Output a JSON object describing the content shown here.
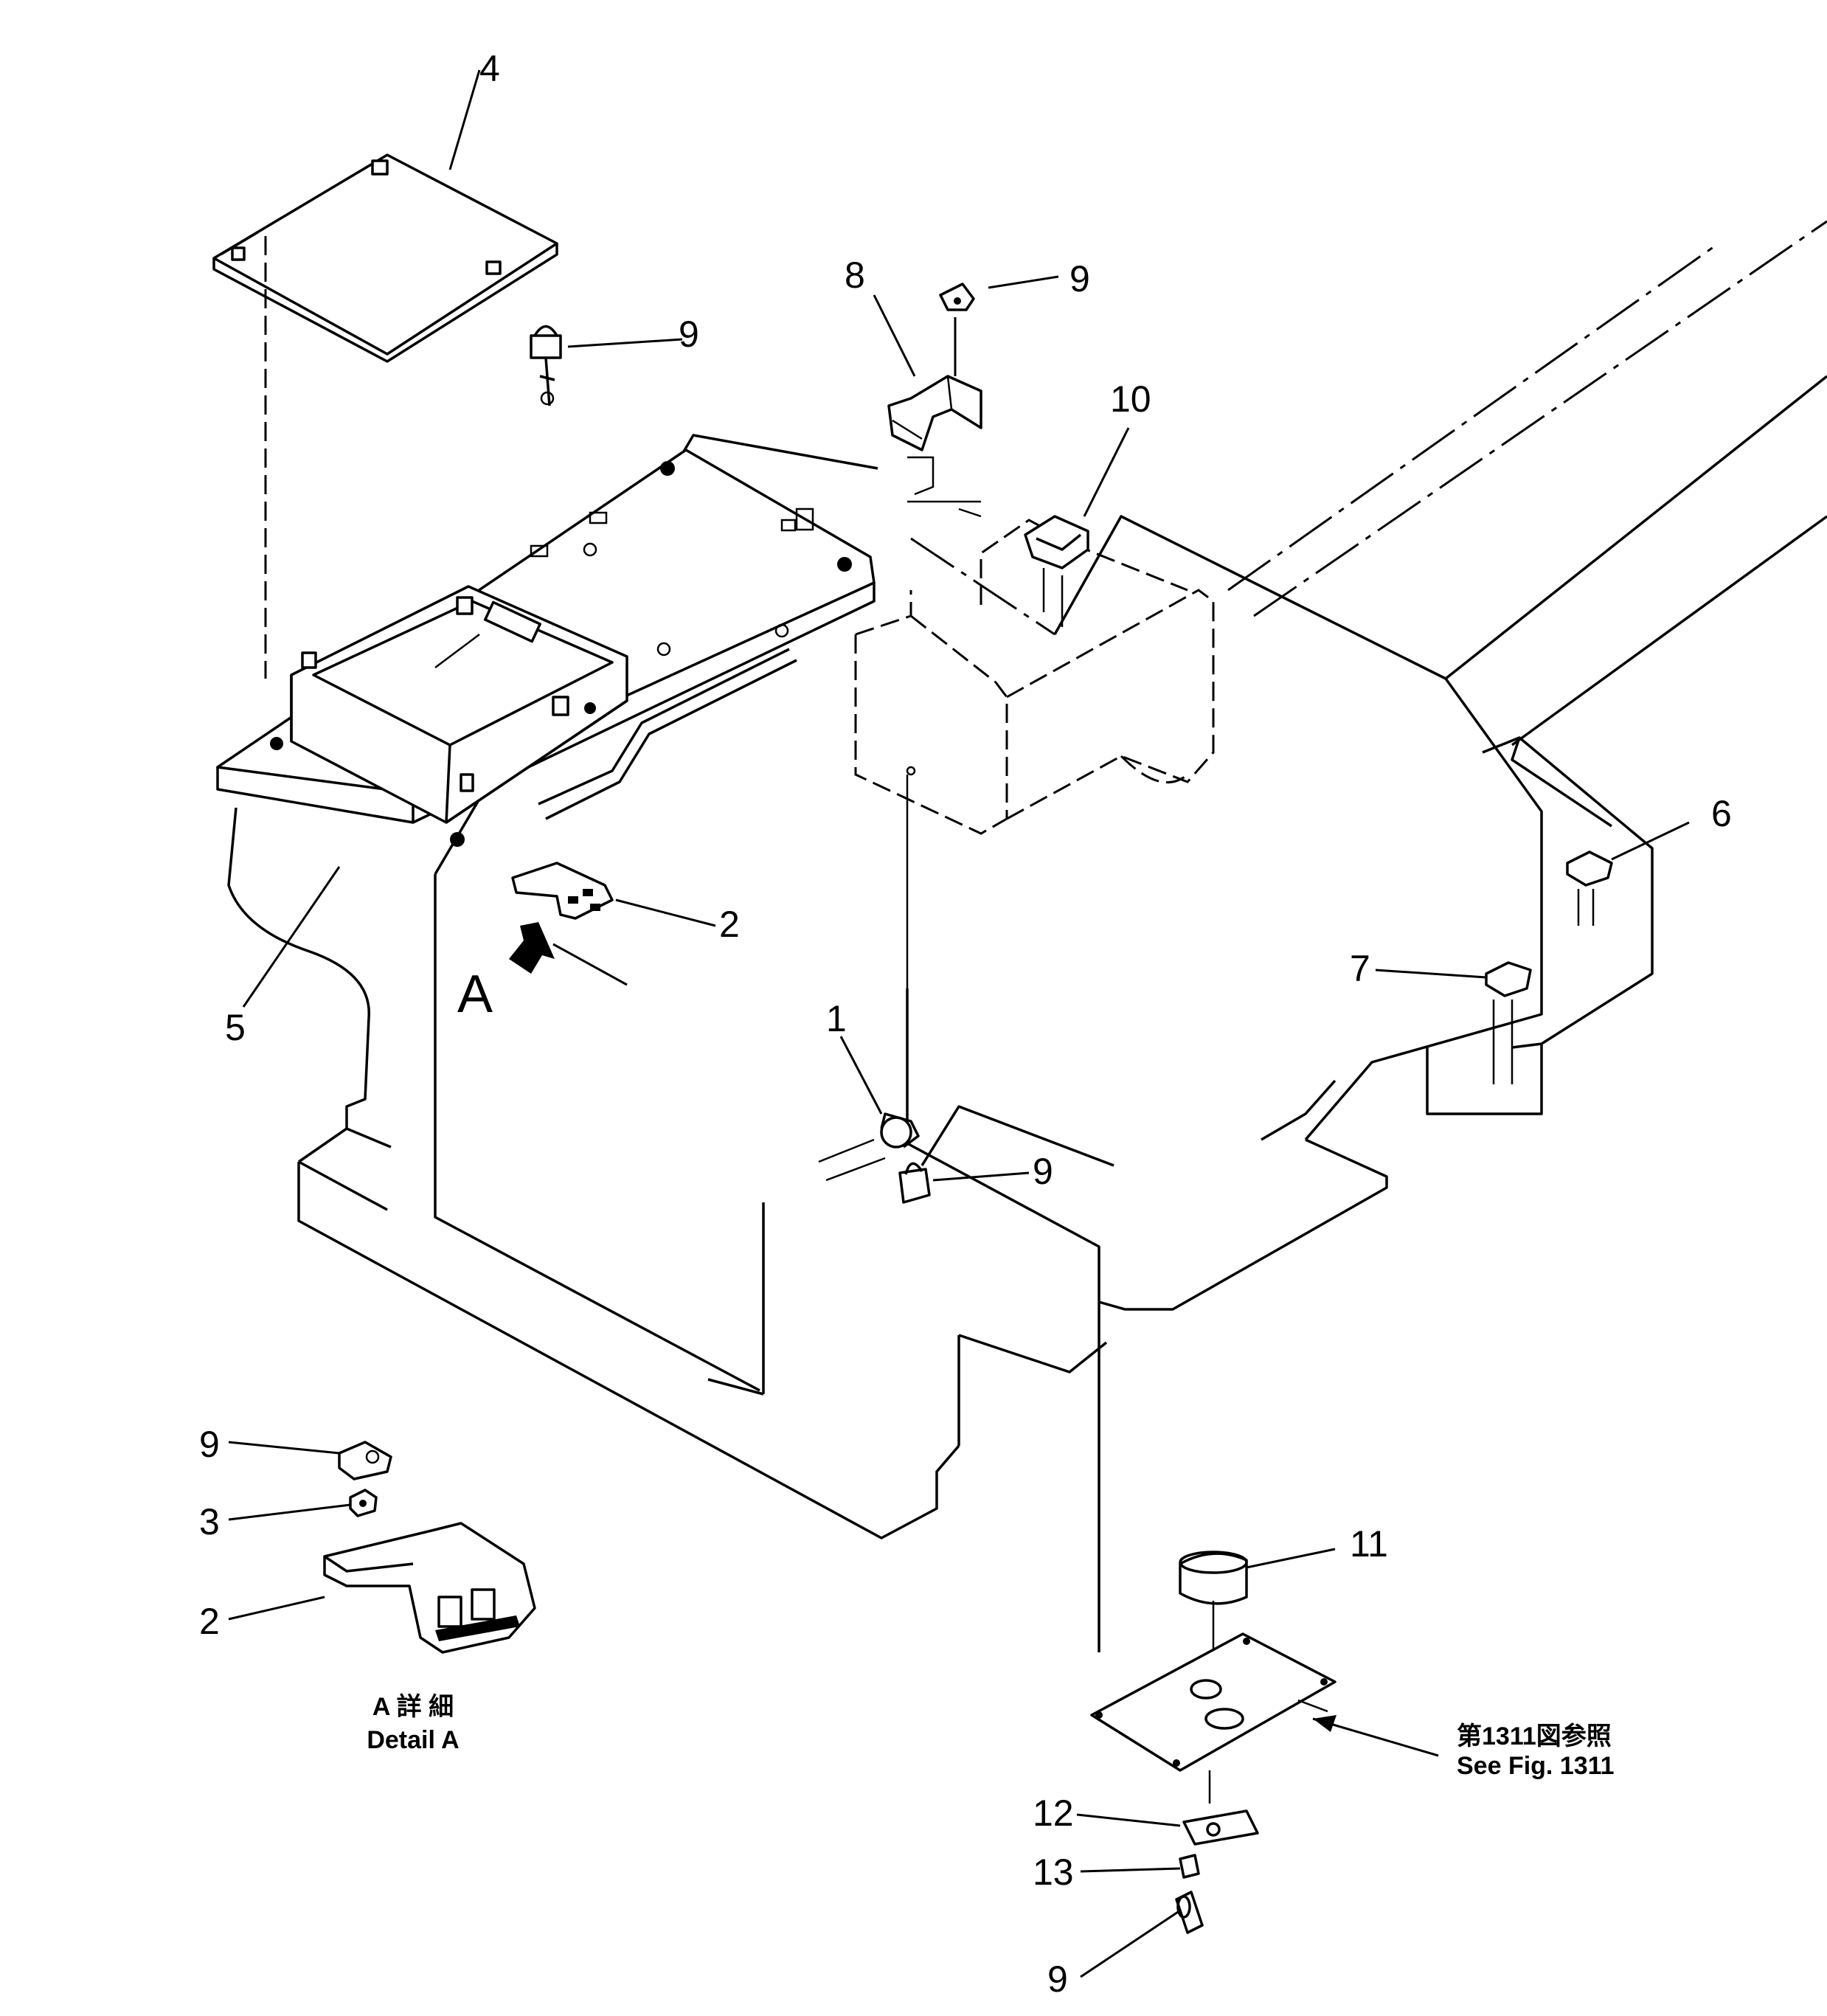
{
  "diagram": {
    "callouts": {
      "c1": "1",
      "c2a": "2",
      "c2b": "2",
      "c3": "3",
      "c4": "4",
      "c5": "5",
      "c6": "6",
      "c7": "7",
      "c8": "8",
      "c9a": "9",
      "c9b": "9",
      "c9c": "9",
      "c9d": "9",
      "c9e": "9",
      "c10": "10",
      "c11": "11",
      "c12": "12",
      "c13": "13"
    },
    "view_marker": "A",
    "detail_label": {
      "jp": "A 詳 細",
      "en": "Detail A"
    },
    "reference_note": {
      "jp": "第1311図参照",
      "en": "See Fig. 1311"
    }
  }
}
